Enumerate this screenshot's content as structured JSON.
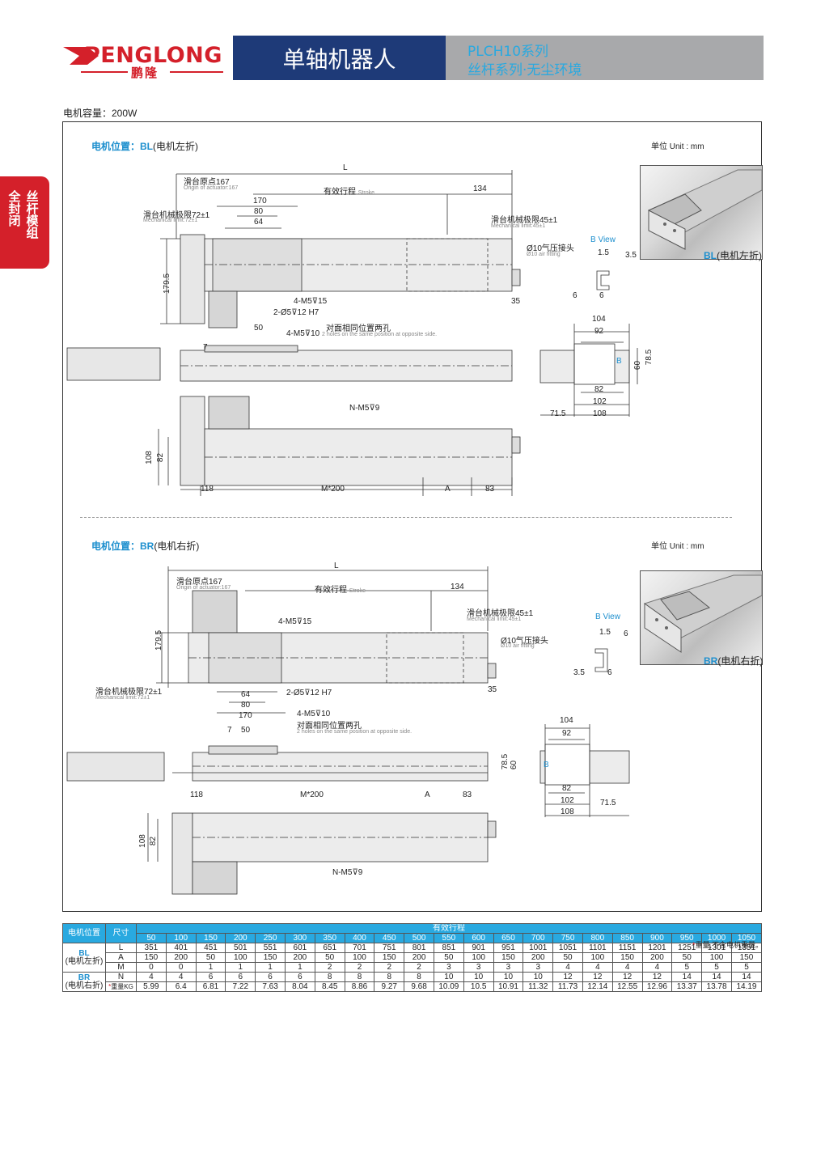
{
  "header": {
    "logo_text": "PENGLONG",
    "logo_cn": "鹏隆",
    "product_title": "单轴机器人",
    "series_line1": "PLCH10系列",
    "series_line2": "丝杆系列·无尘环境",
    "brand_color": "#d4202a",
    "title_bg": "#1e3a78",
    "series_bg": "#a8a9ab",
    "series_color": "#29a9e0"
  },
  "side_tab": {
    "line1": "丝杆模组",
    "line2": "全封闭",
    "code": "PLCH"
  },
  "motor_capacity": "电机容量：200W",
  "section_bl": {
    "title": "电机位置：BL",
    "title_suffix": "(电机左折)",
    "unit": "单位 Unit : mm",
    "photo_label": "BL",
    "photo_label_suffix": "(电机左折)",
    "dims": {
      "L": "L",
      "origin_cn": "滑台原点167",
      "origin_en": "Origin of actuator:167",
      "stroke_cn": "有效行程",
      "stroke_en": "Stroke",
      "d134": "134",
      "d170": "170",
      "d80": "80",
      "d64": "64",
      "mech_left_cn": "滑台机械极限72±1",
      "mech_left_en": "Mechanical limit:72±1",
      "mech_right_cn": "滑台机械极限45±1",
      "mech_right_en": "Mechanical limit:45±1",
      "air_cn": "Ø10气压接头",
      "air_en": "Ø10 air fitting",
      "bview": "B View",
      "d15": "1.5",
      "d35a": "3.5",
      "d6a": "6",
      "d6b": "6",
      "d1795": "179.5",
      "d35": "35",
      "m5_15": "4-M5⊽15",
      "pin": "2-Ø5⊽12 H7",
      "d50": "50",
      "d7": "7",
      "m5_10": "4-M5⊽10",
      "opp_cn": "对面相同位置两孔",
      "opp_en": "2 holes on the same position at opposite side.",
      "d104": "104",
      "d92": "92",
      "d785": "78.5",
      "d60": "60",
      "d82": "82",
      "d102": "102",
      "d108": "108",
      "d715": "71.5",
      "nm5": "N-M5⊽9",
      "d108v": "108",
      "d82v": "82",
      "d118": "118",
      "m200": "M*200",
      "A": "A",
      "d83": "83",
      "b": "B"
    }
  },
  "section_br": {
    "title": "电机位置：BR",
    "title_suffix": "(电机右折)",
    "unit": "单位 Unit : mm",
    "photo_label": "BR",
    "photo_label_suffix": "(电机右折)",
    "dims": {
      "L": "L",
      "origin_cn": "滑台原点167",
      "origin_en": "Origin of actuator:167",
      "stroke_cn": "有效行程",
      "stroke_en": "Stroke",
      "d134": "134",
      "mech_right_cn": "滑台机械极限45±1",
      "mech_right_en": "Mechanical limit:45±1",
      "mech_left_cn": "滑台机械极限72±1",
      "mech_left_en": "Mechanical limit:72±1",
      "air_cn": "Ø10气压接头",
      "air_en": "Ø10 air fitting",
      "bview": "B View",
      "d15": "1.5",
      "d6a": "6",
      "d35a": "3.5",
      "d6b": "6",
      "d1795": "179.5",
      "d35": "35",
      "m5_15": "4-M5⊽15",
      "pin": "2-Ø5⊽12 H7",
      "d64": "64",
      "d80": "80",
      "d170": "170",
      "m5_10": "4-M5⊽10",
      "opp_cn": "对面相同位置两孔",
      "opp_en": "2 holes on the same position at opposite side.",
      "d7": "7",
      "d50": "50",
      "d104": "104",
      "d92": "92",
      "d785": "78.5",
      "d60": "60",
      "d82": "82",
      "d102": "102",
      "d108": "108",
      "d715": "71.5",
      "d118": "118",
      "m200": "M*200",
      "A": "A",
      "d83": "83",
      "d108v": "108",
      "d82v": "82",
      "nm5": "N-M5⊽9",
      "b": "B"
    }
  },
  "spec_table": {
    "h_position": "电机位置",
    "h_size": "尺寸",
    "h_stroke": "有效行程",
    "strokes": [
      "50",
      "100",
      "150",
      "200",
      "250",
      "300",
      "350",
      "400",
      "450",
      "500",
      "550",
      "600",
      "650",
      "700",
      "750",
      "800",
      "850",
      "900",
      "950",
      "1000",
      "1050"
    ],
    "bl_label": "BL",
    "bl_sub": "(电机左折)",
    "br_label": "BR",
    "br_sub": "(电机右折)",
    "rows": [
      {
        "key": "L",
        "values": [
          "351",
          "401",
          "451",
          "501",
          "551",
          "601",
          "651",
          "701",
          "751",
          "801",
          "851",
          "901",
          "951",
          "1001",
          "1051",
          "1101",
          "1151",
          "1201",
          "1251",
          "1301",
          "1351"
        ]
      },
      {
        "key": "A",
        "values": [
          "150",
          "200",
          "50",
          "100",
          "150",
          "200",
          "50",
          "100",
          "150",
          "200",
          "50",
          "100",
          "150",
          "200",
          "50",
          "100",
          "150",
          "200",
          "50",
          "100",
          "150"
        ]
      },
      {
        "key": "M",
        "values": [
          "0",
          "0",
          "1",
          "1",
          "1",
          "1",
          "2",
          "2",
          "2",
          "2",
          "3",
          "3",
          "3",
          "3",
          "4",
          "4",
          "4",
          "4",
          "5",
          "5",
          "5"
        ]
      },
      {
        "key": "N",
        "values": [
          "4",
          "4",
          "6",
          "6",
          "6",
          "6",
          "8",
          "8",
          "8",
          "8",
          "10",
          "10",
          "10",
          "10",
          "12",
          "12",
          "12",
          "12",
          "14",
          "14",
          "14"
        ]
      },
      {
        "key": "*重量KG",
        "values": [
          "5.99",
          "6.4",
          "6.81",
          "7.22",
          "7.63",
          "8.04",
          "8.45",
          "8.86",
          "9.27",
          "9.68",
          "10.09",
          "10.5",
          "10.91",
          "11.32",
          "11.73",
          "12.14",
          "12.55",
          "12.96",
          "13.37",
          "13.78",
          "14.19"
        ]
      }
    ],
    "header_color": "#29a9e0"
  },
  "footnote": {
    "star": "*",
    "text": "重量,不含电机重量。"
  }
}
